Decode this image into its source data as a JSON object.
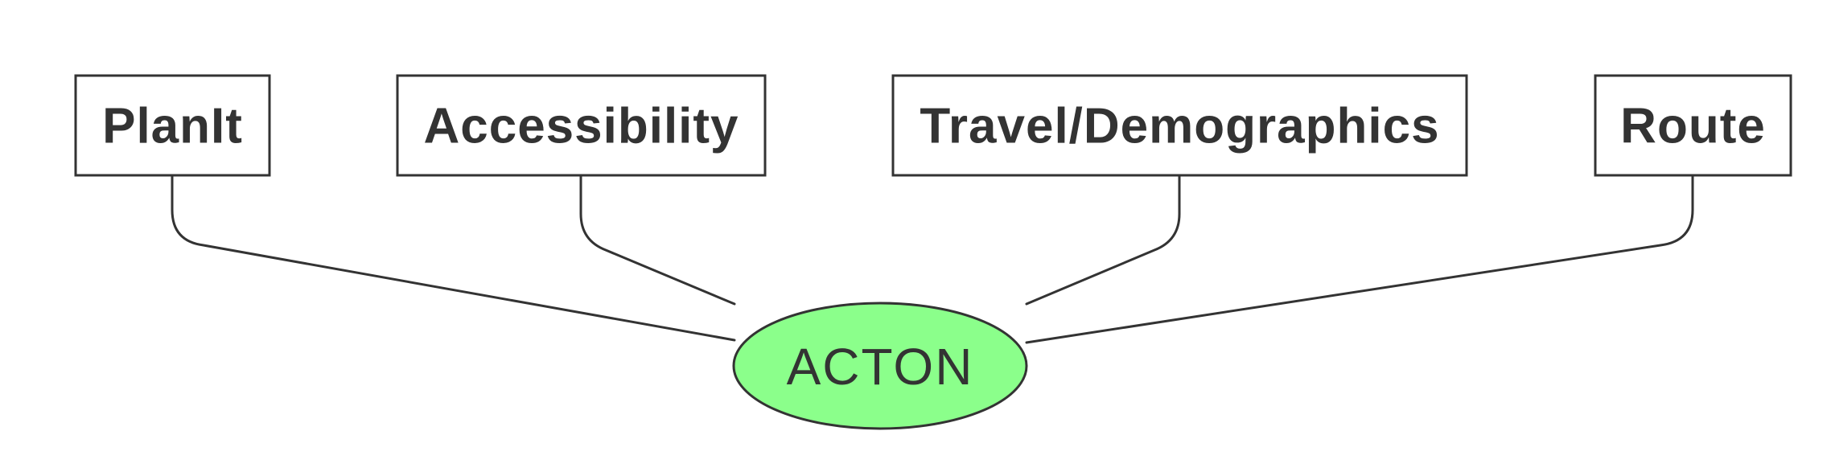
{
  "diagram": {
    "center": {
      "label": "ACTON",
      "fill_color": "#8bff8b"
    },
    "nodes": [
      {
        "label": "PlanIt"
      },
      {
        "label": "Accessibility"
      },
      {
        "label": "Travel/Demographics"
      },
      {
        "label": "Route"
      }
    ],
    "line_color": "#333333"
  }
}
